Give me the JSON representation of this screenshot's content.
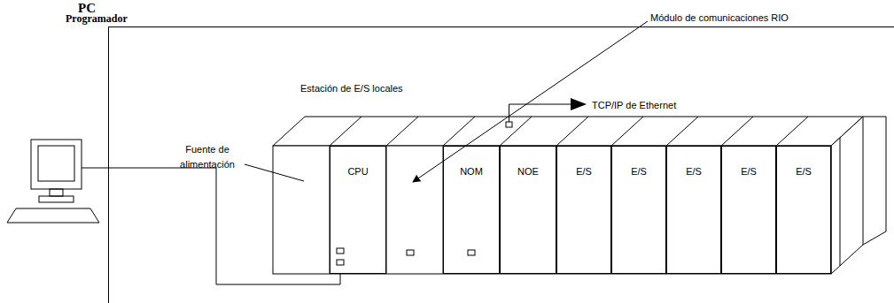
{
  "diagram": {
    "nodes": [
      {
        "text": [
          "Estación de E/S locales"
        ]
      },
      {
        "text": [
          "CPU"
        ],
        "in": 0
      },
      {
        "text": [
          "NOM"
        ],
        "in": 0
      },
      {
        "text": [
          "NOE"
        ],
        "in": 0
      },
      {
        "text": [
          "E/S"
        ],
        "in": 0
      },
      {
        "text": [
          "E/S"
        ],
        "in": 0
      },
      {
        "text": [
          "E/S"
        ],
        "in": 0
      },
      {
        "text": [
          "E/S"
        ],
        "in": 0
      },
      {
        "text": [
          "E/S"
        ],
        "in": 0
      }
    ],
    "labels": [
      "PC",
      "Programador",
      "Módulo de comunicaciones RIO",
      "TCP/IP de Ethernet",
      "Fuente de alimentación"
    ]
  }
}
